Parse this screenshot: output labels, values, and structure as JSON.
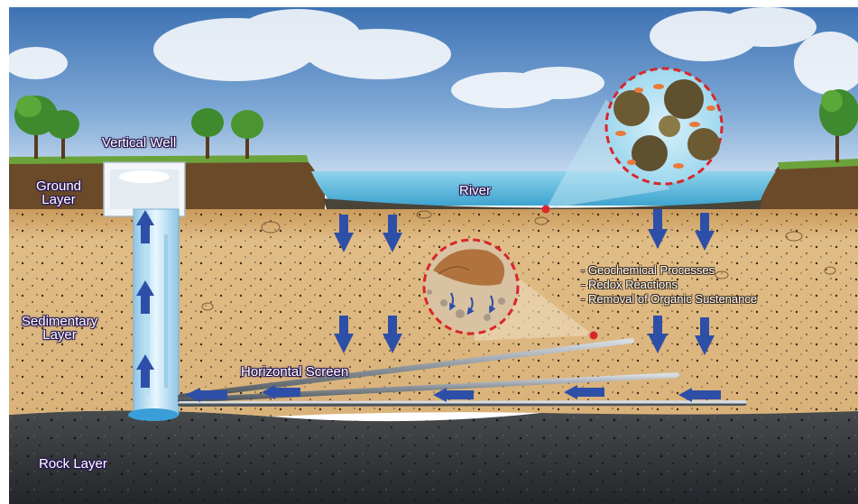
{
  "labels": {
    "vertical_well": "Vertical Well",
    "river": "River",
    "ground_layer_line1": "Ground",
    "ground_layer_line2": "Layer",
    "sedimentary_layer_line1": "Sedimentary",
    "sedimentary_layer_line2": "Layer",
    "rock_layer": "Rock Layer",
    "horizontal_screen": "Horizontal Screen"
  },
  "processes": [
    "- Geochemical Processes",
    "- Redox Reactions",
    "- Removal of Organic Sustenance"
  ],
  "colors": {
    "sky_top": "#3f78b8",
    "sky_bottom": "#b8d4ec",
    "grass": "#6aa33a",
    "topsoil": "#6b4a2a",
    "sediment": "#d8b47c",
    "rock": "#3a3d3f",
    "water": "#6ec3e3",
    "arrow_blue": "#2e4fa8",
    "marker_red": "#d9262a"
  }
}
